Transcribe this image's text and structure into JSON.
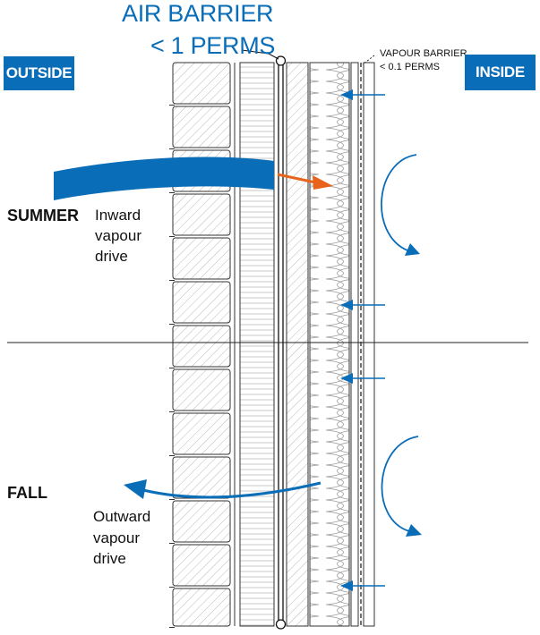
{
  "colors": {
    "accent_blue": "#0a6db8",
    "arrow_orange": "#e8641c",
    "line": "#222222",
    "hatch": "#9a9a9a"
  },
  "air_barrier": {
    "title": "AIR BARRIER",
    "perms": "< 1 PERMS"
  },
  "vapour_barrier": {
    "title": "VAPOUR BARRIER",
    "perms": "< 0.1 PERMS"
  },
  "tags": {
    "outside": "OUTSIDE",
    "inside": "INSIDE"
  },
  "summer": {
    "season": "SUMMER",
    "drive_line1": "Inward",
    "drive_line2": "vapour",
    "drive_line3": "drive"
  },
  "fall": {
    "season": "FALL",
    "drive_line1": "Outward",
    "drive_line2": "vapour",
    "drive_line3": "drive"
  },
  "icons": {
    "inward_arrow": "inward-vapour-drive-arrow",
    "outward_arrow": "outward-vapour-drive-arrow",
    "circulation": "interior-air-circulation-arrow"
  }
}
